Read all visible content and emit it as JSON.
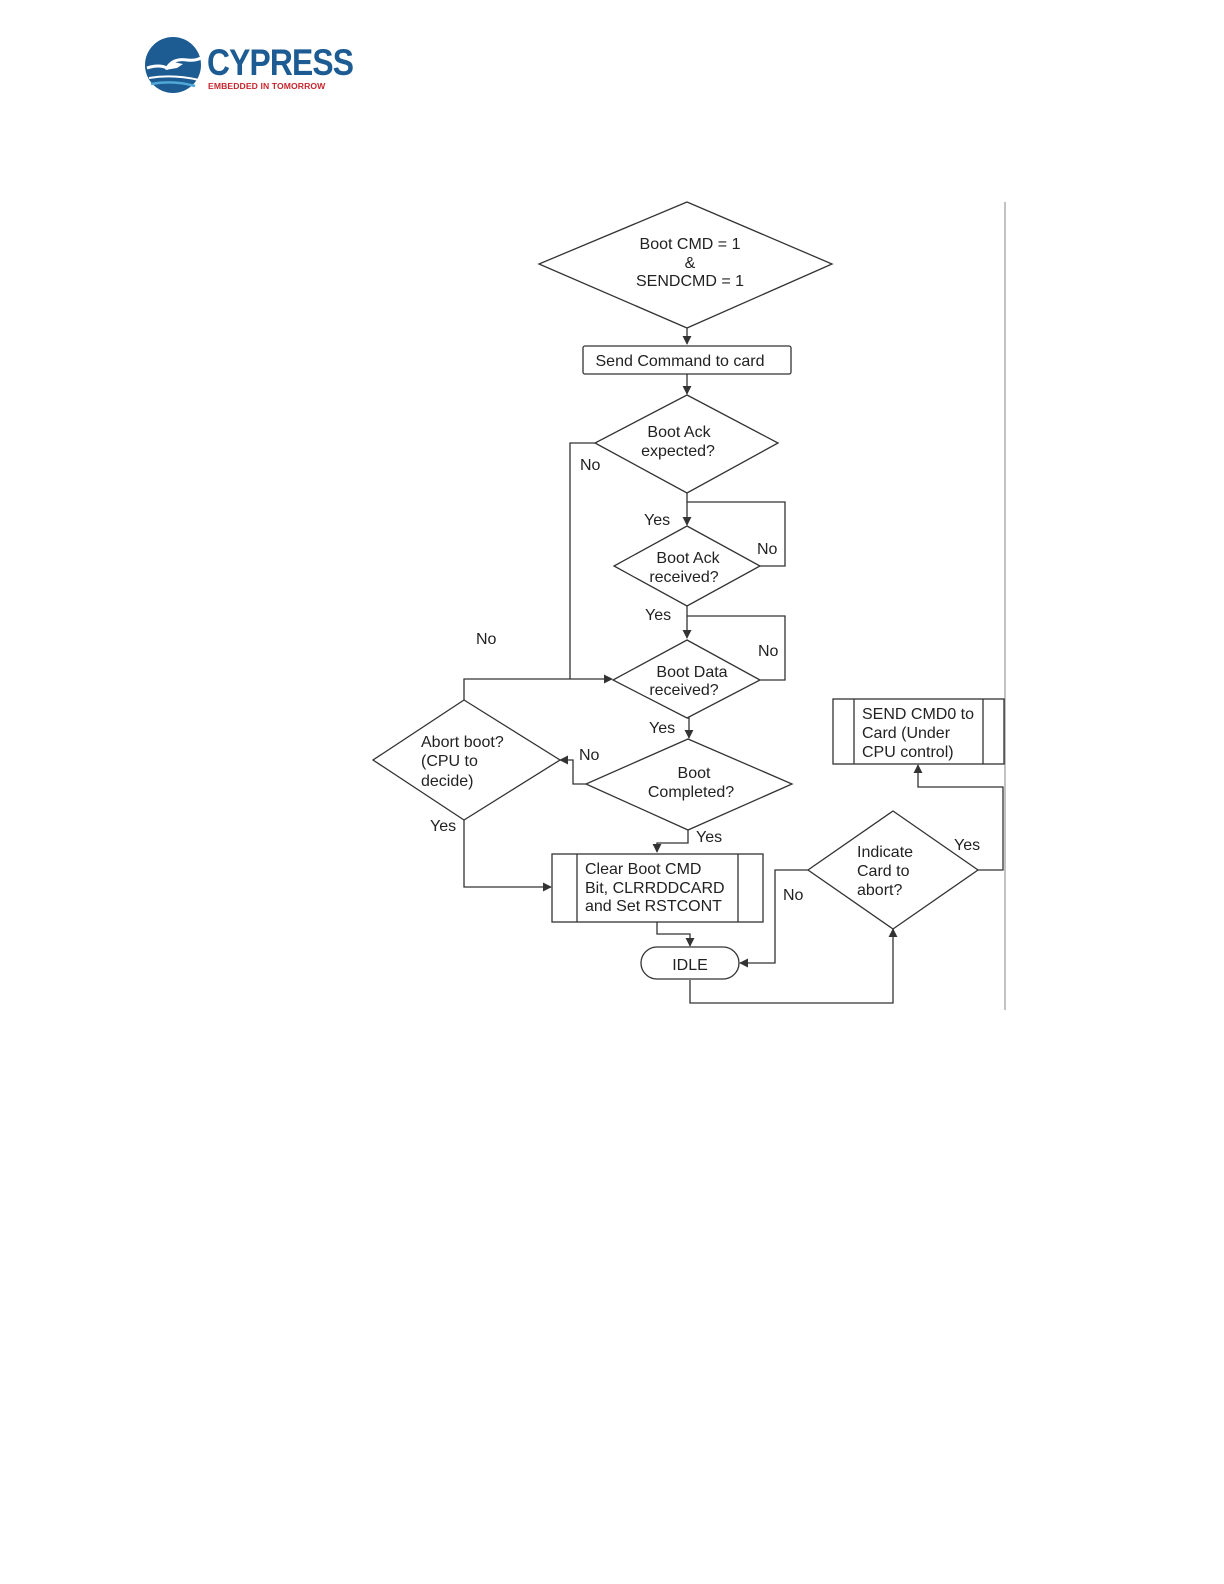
{
  "header": {
    "logo_word": "CYPRESS",
    "logo_tagline": "EMBEDDED IN TOMORROW",
    "colors": {
      "brand_blue": "#1d5b93",
      "brand_red": "#c8262d"
    }
  },
  "flowchart": {
    "nodes": {
      "start_decision": [
        "Boot CMD = 1",
        "&",
        "SENDCMD = 1"
      ],
      "send_command": "Send Command to card",
      "boot_ack_expected": [
        "Boot Ack",
        "expected?"
      ],
      "boot_ack_received": [
        "Boot Ack",
        "received?"
      ],
      "boot_data_received": [
        "Boot Data",
        "received?"
      ],
      "abort_boot": [
        "Abort boot?",
        "(CPU to",
        "decide)"
      ],
      "boot_completed": [
        "Boot",
        "Completed?"
      ],
      "clear_boot": [
        "Clear Boot CMD",
        "Bit, CLRRDDCARD",
        "and Set RSTCONT"
      ],
      "idle": "IDLE",
      "indicate_abort": [
        "Indicate",
        "Card to",
        "abort?"
      ],
      "send_cmd0": [
        "SEND CMD0 to",
        "Card (Under",
        "CPU control)"
      ]
    },
    "edge_labels": {
      "ack_expected_no": "No",
      "ack_expected_yes": "Yes",
      "ack_received_no": "No",
      "ack_received_yes": "Yes",
      "data_received_no": "No",
      "data_received_yes": "Yes",
      "abort_no": "No",
      "abort_yes": "Yes",
      "completed_no": "No",
      "completed_yes": "Yes",
      "indicate_yes": "Yes",
      "indicate_no": "No"
    }
  }
}
